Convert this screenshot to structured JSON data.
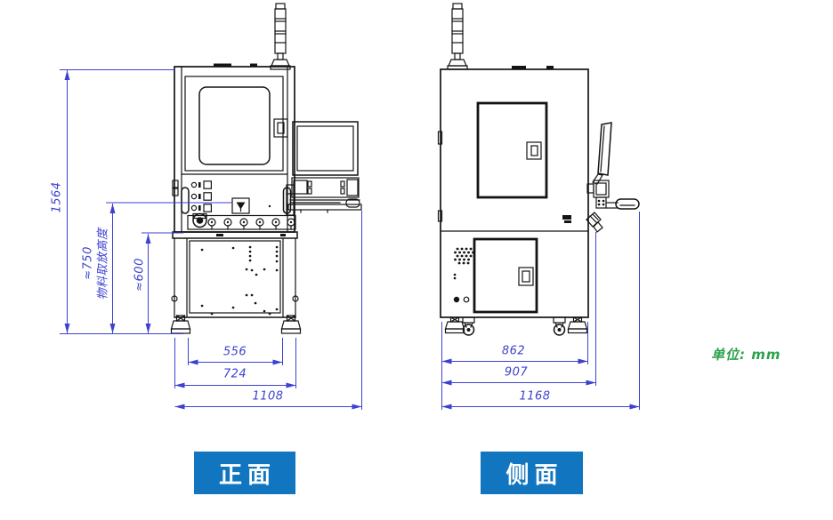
{
  "unit_note": "单位: mm",
  "front_view": {
    "button_label": "正面",
    "dim_height": "1564",
    "dim_pick_height": "≈750",
    "dim_pick_height_note": "物料取放高度",
    "dim_table_height": "≈600",
    "dim_width_inner": "556",
    "dim_width_body": "724",
    "dim_width_total": "1108"
  },
  "side_view": {
    "button_label": "侧面",
    "dim_depth_body": "862",
    "dim_depth_with_rear": "907",
    "dim_depth_total": "1168"
  },
  "colors": {
    "dimension": "#3c42cf",
    "unit_text": "#2ca24c",
    "button_bg": "#1176bf",
    "button_text": "#ffffff",
    "line_art": "#141414"
  }
}
